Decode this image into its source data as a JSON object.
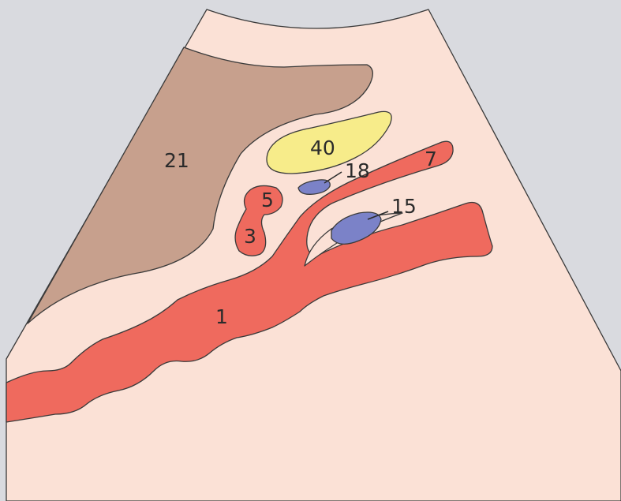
{
  "colors": {
    "background": "#d9dadf",
    "fan": "#fbe1d6",
    "liver": "#c7a08d",
    "artery": "#ef6a5e",
    "vein": "#7b82c8",
    "nerve": "#f7ec8a",
    "outline": "#3a3a3a"
  },
  "labels": {
    "l1": "1",
    "l3": "3",
    "l5": "5",
    "l7": "7",
    "l15": "15",
    "l18": "18",
    "l21": "21",
    "l40": "40"
  }
}
